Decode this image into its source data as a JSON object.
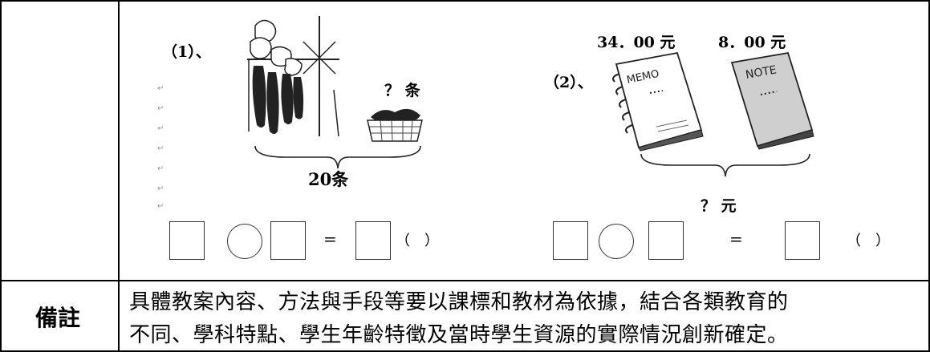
{
  "problem1": {
    "label": "（1）、",
    "unknown_label": "？ 条",
    "total_label": "20条"
  },
  "problem2": {
    "label": "（2）、",
    "price_memo": "34．00 元",
    "price_note": "8．00 元",
    "book1_text": "MEMO",
    "book2_text": "NOTE",
    "total_label": "？ 元"
  },
  "equation": {
    "equals": "=",
    "paren": "（　）"
  },
  "remark": {
    "label": "備註",
    "line1": "具體教案內容、方法與手段等要以課標和教材為依據，結合各類教育的",
    "line2": "不同、學科特點、學生年齡特徵及當時學生資源的實際情況創新確定。"
  }
}
